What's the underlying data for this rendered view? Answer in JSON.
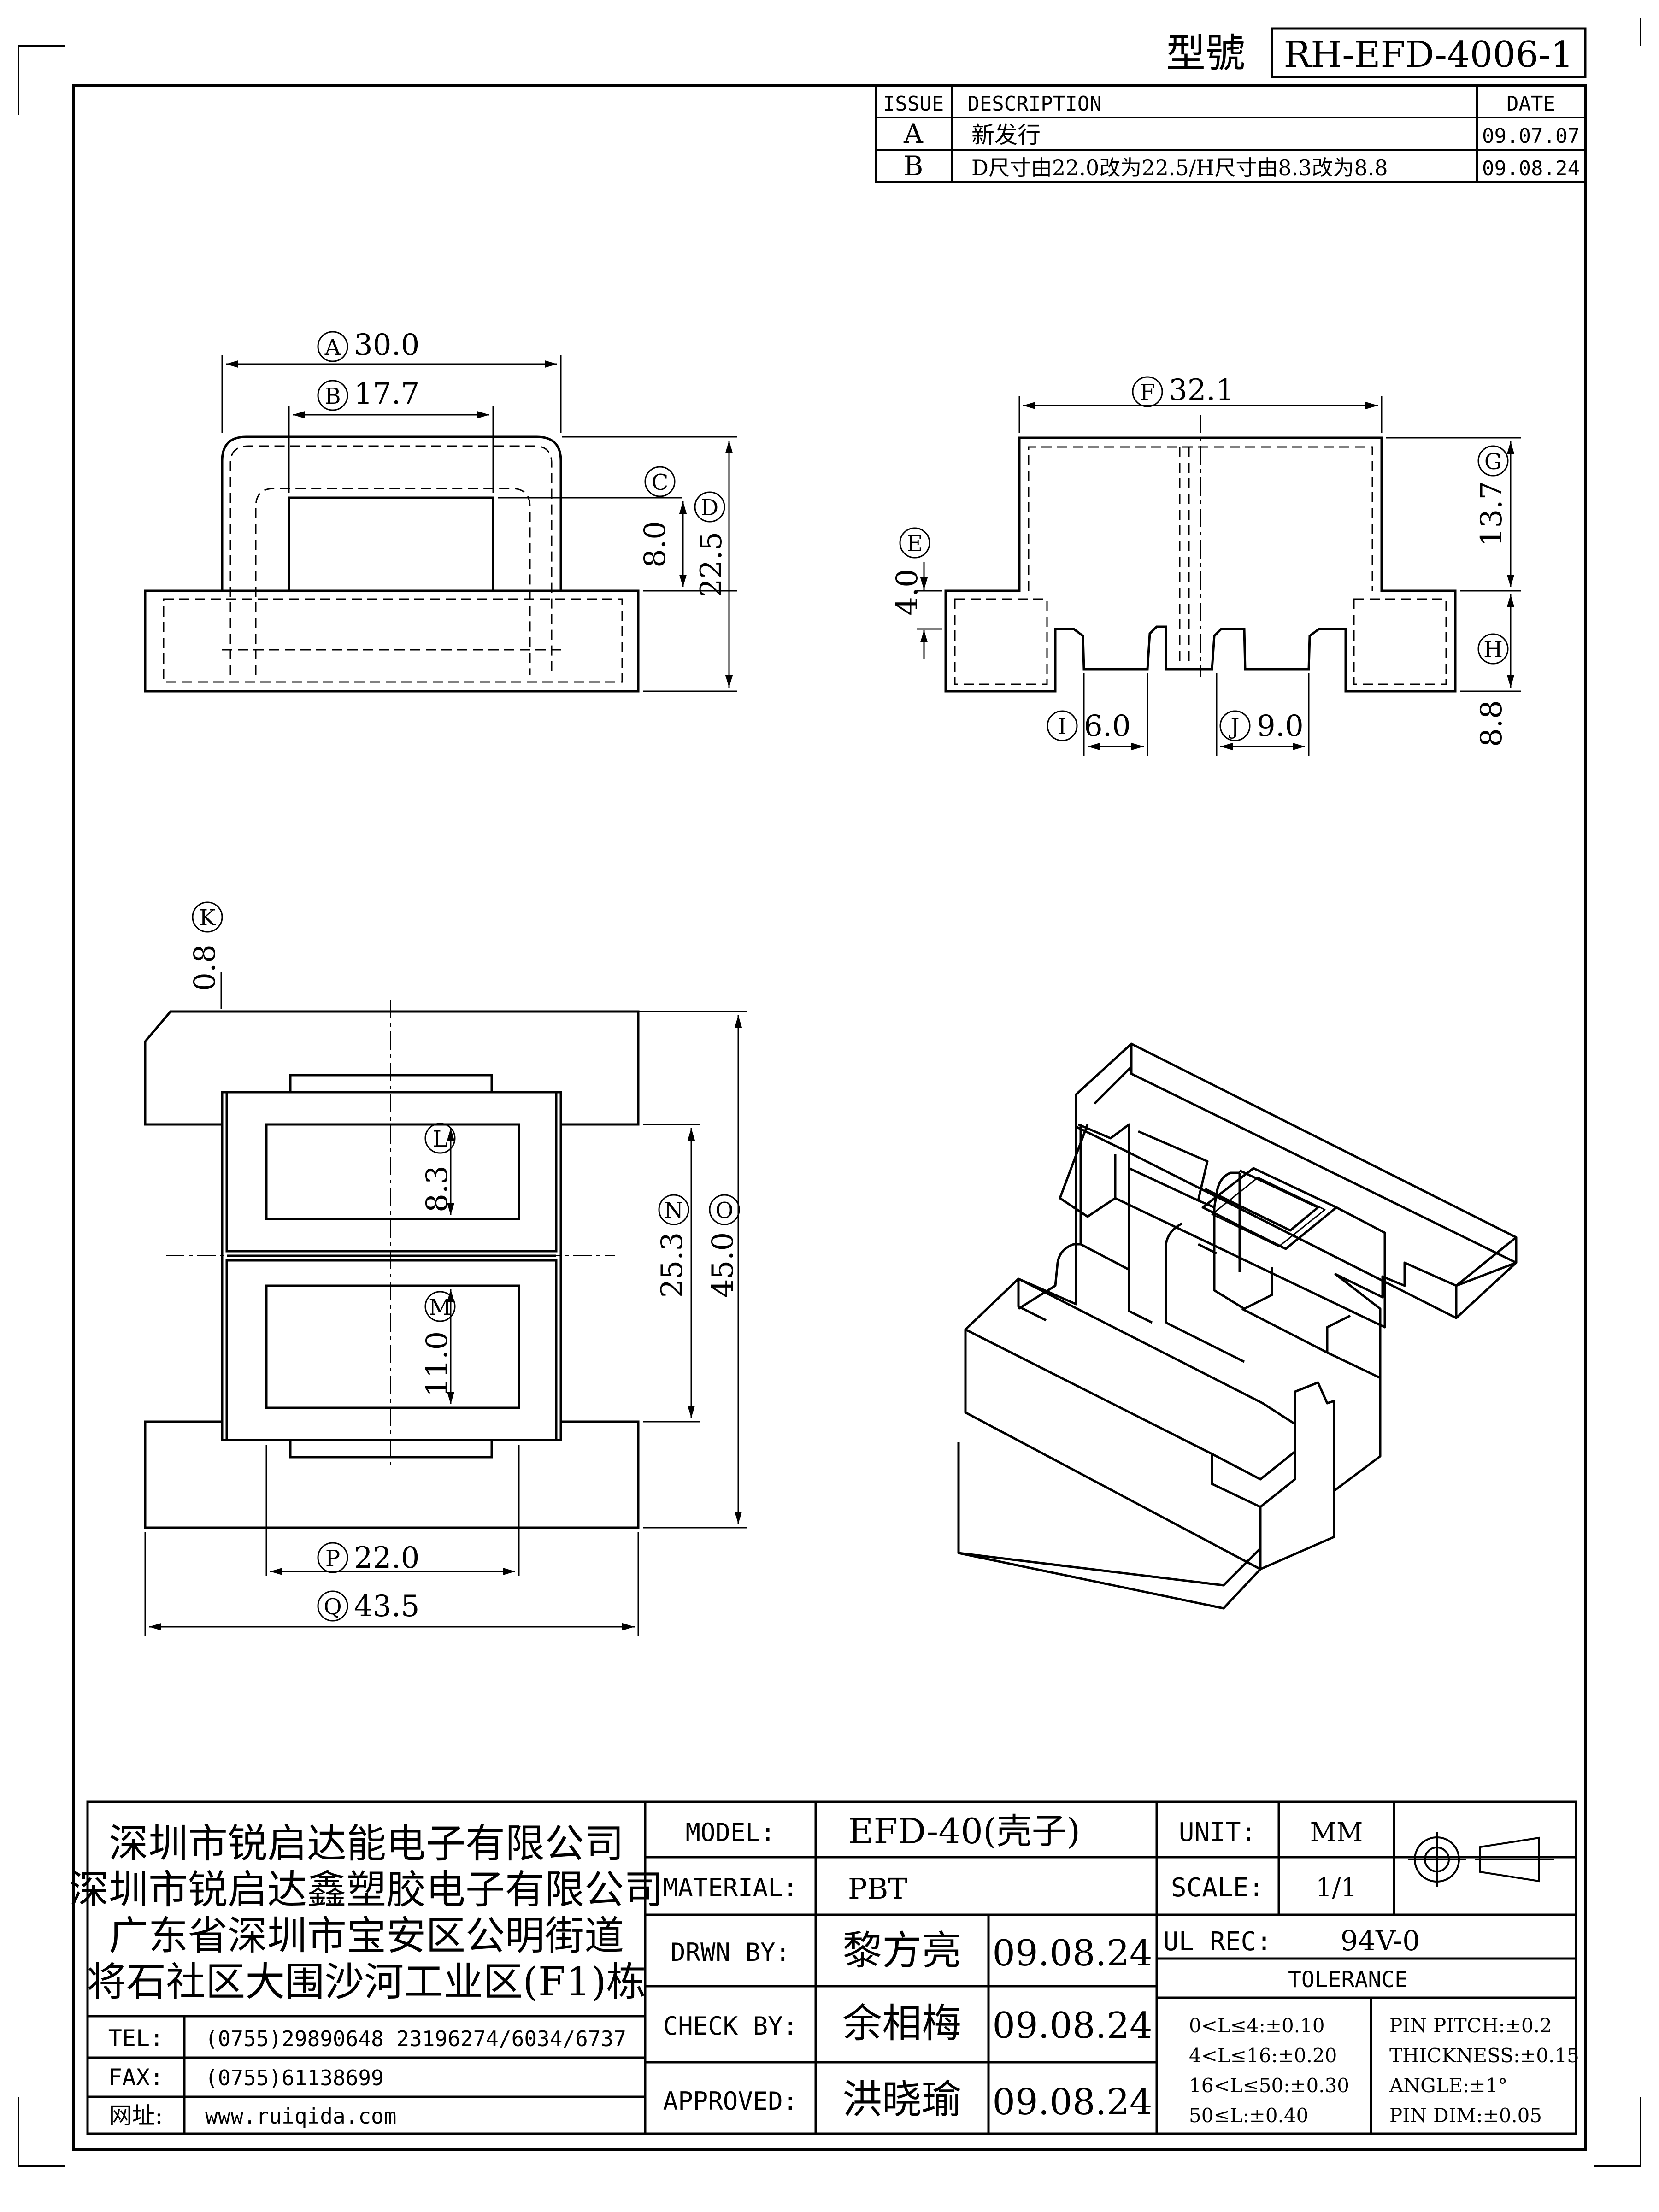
{
  "header": {
    "model_no_label": "型號",
    "model_no": "RH-EFD-4006-1"
  },
  "revision_table": {
    "headers": {
      "issue": "ISSUE",
      "description": "DESCRIPTION",
      "date": "DATE"
    },
    "rows": [
      {
        "issue": "A",
        "description": "新发行",
        "date": "09.07.07"
      },
      {
        "issue": "B",
        "description": "D尺寸由22.0改为22.5/H尺寸由8.3改为8.8",
        "date": "09.08.24"
      }
    ]
  },
  "dimensions": {
    "A": {
      "tag": "A",
      "value": "30.0"
    },
    "B": {
      "tag": "B",
      "value": "17.7"
    },
    "C": {
      "tag": "C",
      "value": "8.0"
    },
    "D": {
      "tag": "D",
      "value": "22.5"
    },
    "E": {
      "tag": "E",
      "value": "4.0"
    },
    "F": {
      "tag": "F",
      "value": "32.1"
    },
    "G": {
      "tag": "G",
      "value": "13.7"
    },
    "H": {
      "tag": "H",
      "value": "8.8"
    },
    "I": {
      "tag": "I",
      "value": "6.0"
    },
    "J": {
      "tag": "J",
      "value": "9.0"
    },
    "K": {
      "tag": "K",
      "value": "0.8"
    },
    "L": {
      "tag": "L",
      "value": "8.3"
    },
    "M": {
      "tag": "M",
      "value": "11.0"
    },
    "N": {
      "tag": "N",
      "value": "25.3"
    },
    "O": {
      "tag": "O",
      "value": "45.0"
    },
    "P": {
      "tag": "P",
      "value": "22.0"
    },
    "Q": {
      "tag": "Q",
      "value": "43.5"
    }
  },
  "company": {
    "line1": "深圳市锐启达能电子有限公司",
    "line2": "深圳市锐启达鑫塑胶电子有限公司",
    "line3": "广东省深圳市宝安区公明街道",
    "line4": "将石社区大围沙河工业区(F1)栋"
  },
  "contact": {
    "tel_label": "TEL:",
    "tel": "(0755)29890648   23196274/6034/6737",
    "fax_label": "FAX:",
    "fax": "(0755)61138699",
    "web_label": "网址:",
    "web": "www.ruiqida.com"
  },
  "title_block": {
    "model_label": "MODEL:",
    "model": "EFD-40(壳子)",
    "material_label": "MATERIAL:",
    "material": "PBT",
    "drawn_label": "DRWN BY:",
    "drawn_by": "黎方亮",
    "drawn_date": "09.08.24",
    "check_label": "CHECK BY:",
    "check_by": "余相梅",
    "check_date": "09.08.24",
    "approved_label": "APPROVED:",
    "approved_by": "洪晓瑜",
    "approved_date": "09.08.24",
    "unit_label": "UNIT:",
    "unit": "MM",
    "scale_label": "SCALE:",
    "scale": "1/1",
    "ul_label": "UL REC:",
    "ul": "94V-0",
    "tolerance_label": "TOLERANCE",
    "tol_1": "0<L≤4:±0.10",
    "tol_2": "4<L≤16:±0.20",
    "tol_3": "16<L≤50:±0.30",
    "tol_4": "50≤L:±0.40",
    "tol_pitch": "PIN PITCH:±0.2",
    "tol_thick": "THICKNESS:±0.15",
    "tol_angle": "ANGLE:±1°",
    "tol_pin": "PIN DIM:±0.05"
  }
}
